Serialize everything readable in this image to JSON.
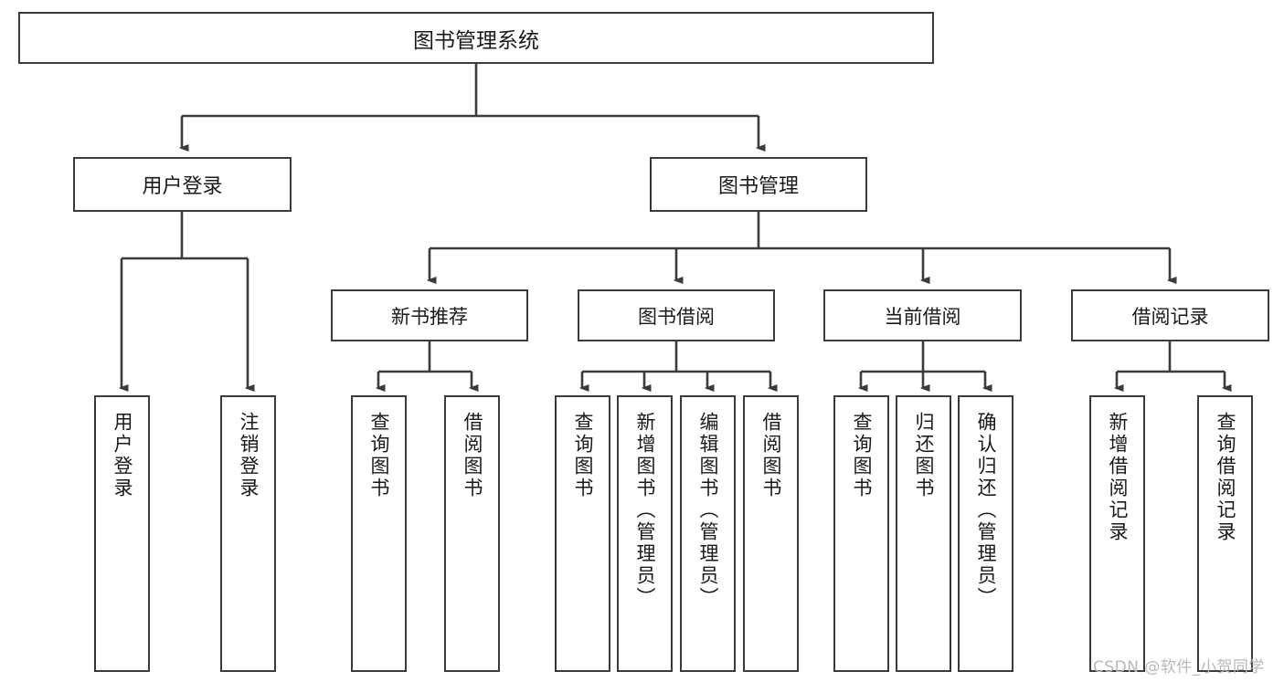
{
  "diagram": {
    "title": "图书管理系统",
    "type": "hierarchy-tree",
    "colors": {
      "box_border": "#3b3b3b",
      "box_fill": "#ffffff",
      "connector": "#3b3b3b",
      "text": "#1a1a1a",
      "watermark": "#b9b9b9",
      "background": "#ffffff"
    },
    "root": {
      "label": "图书管理系统"
    },
    "tier2": [
      {
        "label": "用户登录"
      },
      {
        "label": "图书管理"
      }
    ],
    "tier3": [
      {
        "label": "新书推荐"
      },
      {
        "label": "图书借阅"
      },
      {
        "label": "当前借阅"
      },
      {
        "label": "借阅记录"
      }
    ],
    "leaves": {
      "user_login": [
        {
          "label": "用户登录"
        },
        {
          "label": "注销登录"
        }
      ],
      "new_book_recommend": [
        {
          "label": "查询图书"
        },
        {
          "label": "借阅图书"
        }
      ],
      "book_borrow": [
        {
          "label": "查询图书"
        },
        {
          "label": "新增图书（管理员）"
        },
        {
          "label": "编辑图书（管理员）"
        },
        {
          "label": "借阅图书"
        }
      ],
      "current_borrow": [
        {
          "label": "查询图书"
        },
        {
          "label": "归还图书"
        },
        {
          "label": "确认归还（管理员）"
        }
      ],
      "borrow_record": [
        {
          "label": "新增借阅记录"
        },
        {
          "label": "查询借阅记录"
        }
      ]
    }
  },
  "watermark": {
    "text": "CSDN @软件_小贺同学"
  }
}
